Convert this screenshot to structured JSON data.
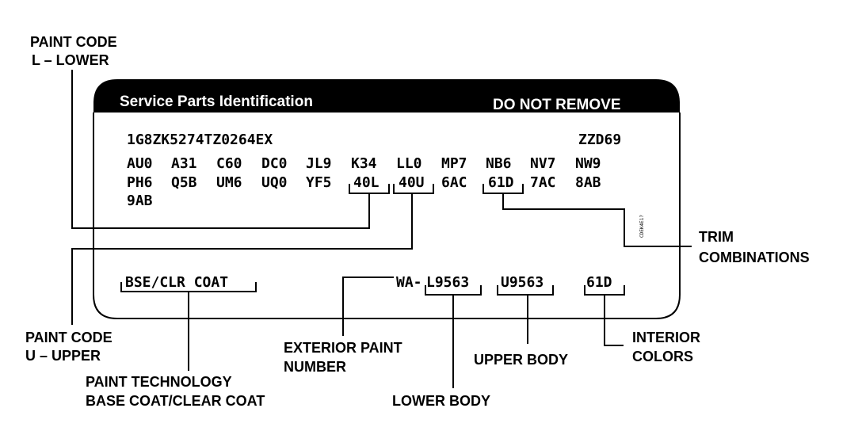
{
  "label": {
    "header_left": "Service Parts Identification",
    "header_right": "DO NOT REMOVE",
    "vin": "1G8ZK5274TZ0264EX",
    "model_code": "ZZD69",
    "codes_row1": [
      "AU0",
      "A31",
      "C60",
      "DC0",
      "JL9",
      "K34",
      "LL0",
      "MP7",
      "NB6",
      "NV7",
      "NW9"
    ],
    "codes_row2": [
      "PH6",
      "Q5B",
      "UM6",
      "UQ0",
      "YF5",
      "40L",
      "40U",
      "6AC",
      "61D",
      "7AC",
      "8AB"
    ],
    "codes_row3": [
      "9AB"
    ],
    "side_id": "CDEK4E1?",
    "paint_tech": "BSE/CLR COAT",
    "paint_prefix": "WA-",
    "lower_code": "L9563",
    "upper_code": "U9563",
    "interior_code": "61D"
  },
  "callouts": {
    "paint_code_lower": [
      "PAINT CODE",
      "L – LOWER"
    ],
    "paint_code_upper": [
      "PAINT CODE",
      "U – UPPER"
    ],
    "trim": [
      "TRIM",
      "COMBINATIONS"
    ],
    "paint_technology": [
      "PAINT TECHNOLOGY",
      "BASE COAT/CLEAR COAT"
    ],
    "exterior_paint": [
      "EXTERIOR PAINT",
      "NUMBER"
    ],
    "lower_body": [
      "LOWER BODY"
    ],
    "upper_body": [
      "UPPER BODY"
    ],
    "interior": [
      "INTERIOR",
      "COLORS"
    ]
  }
}
